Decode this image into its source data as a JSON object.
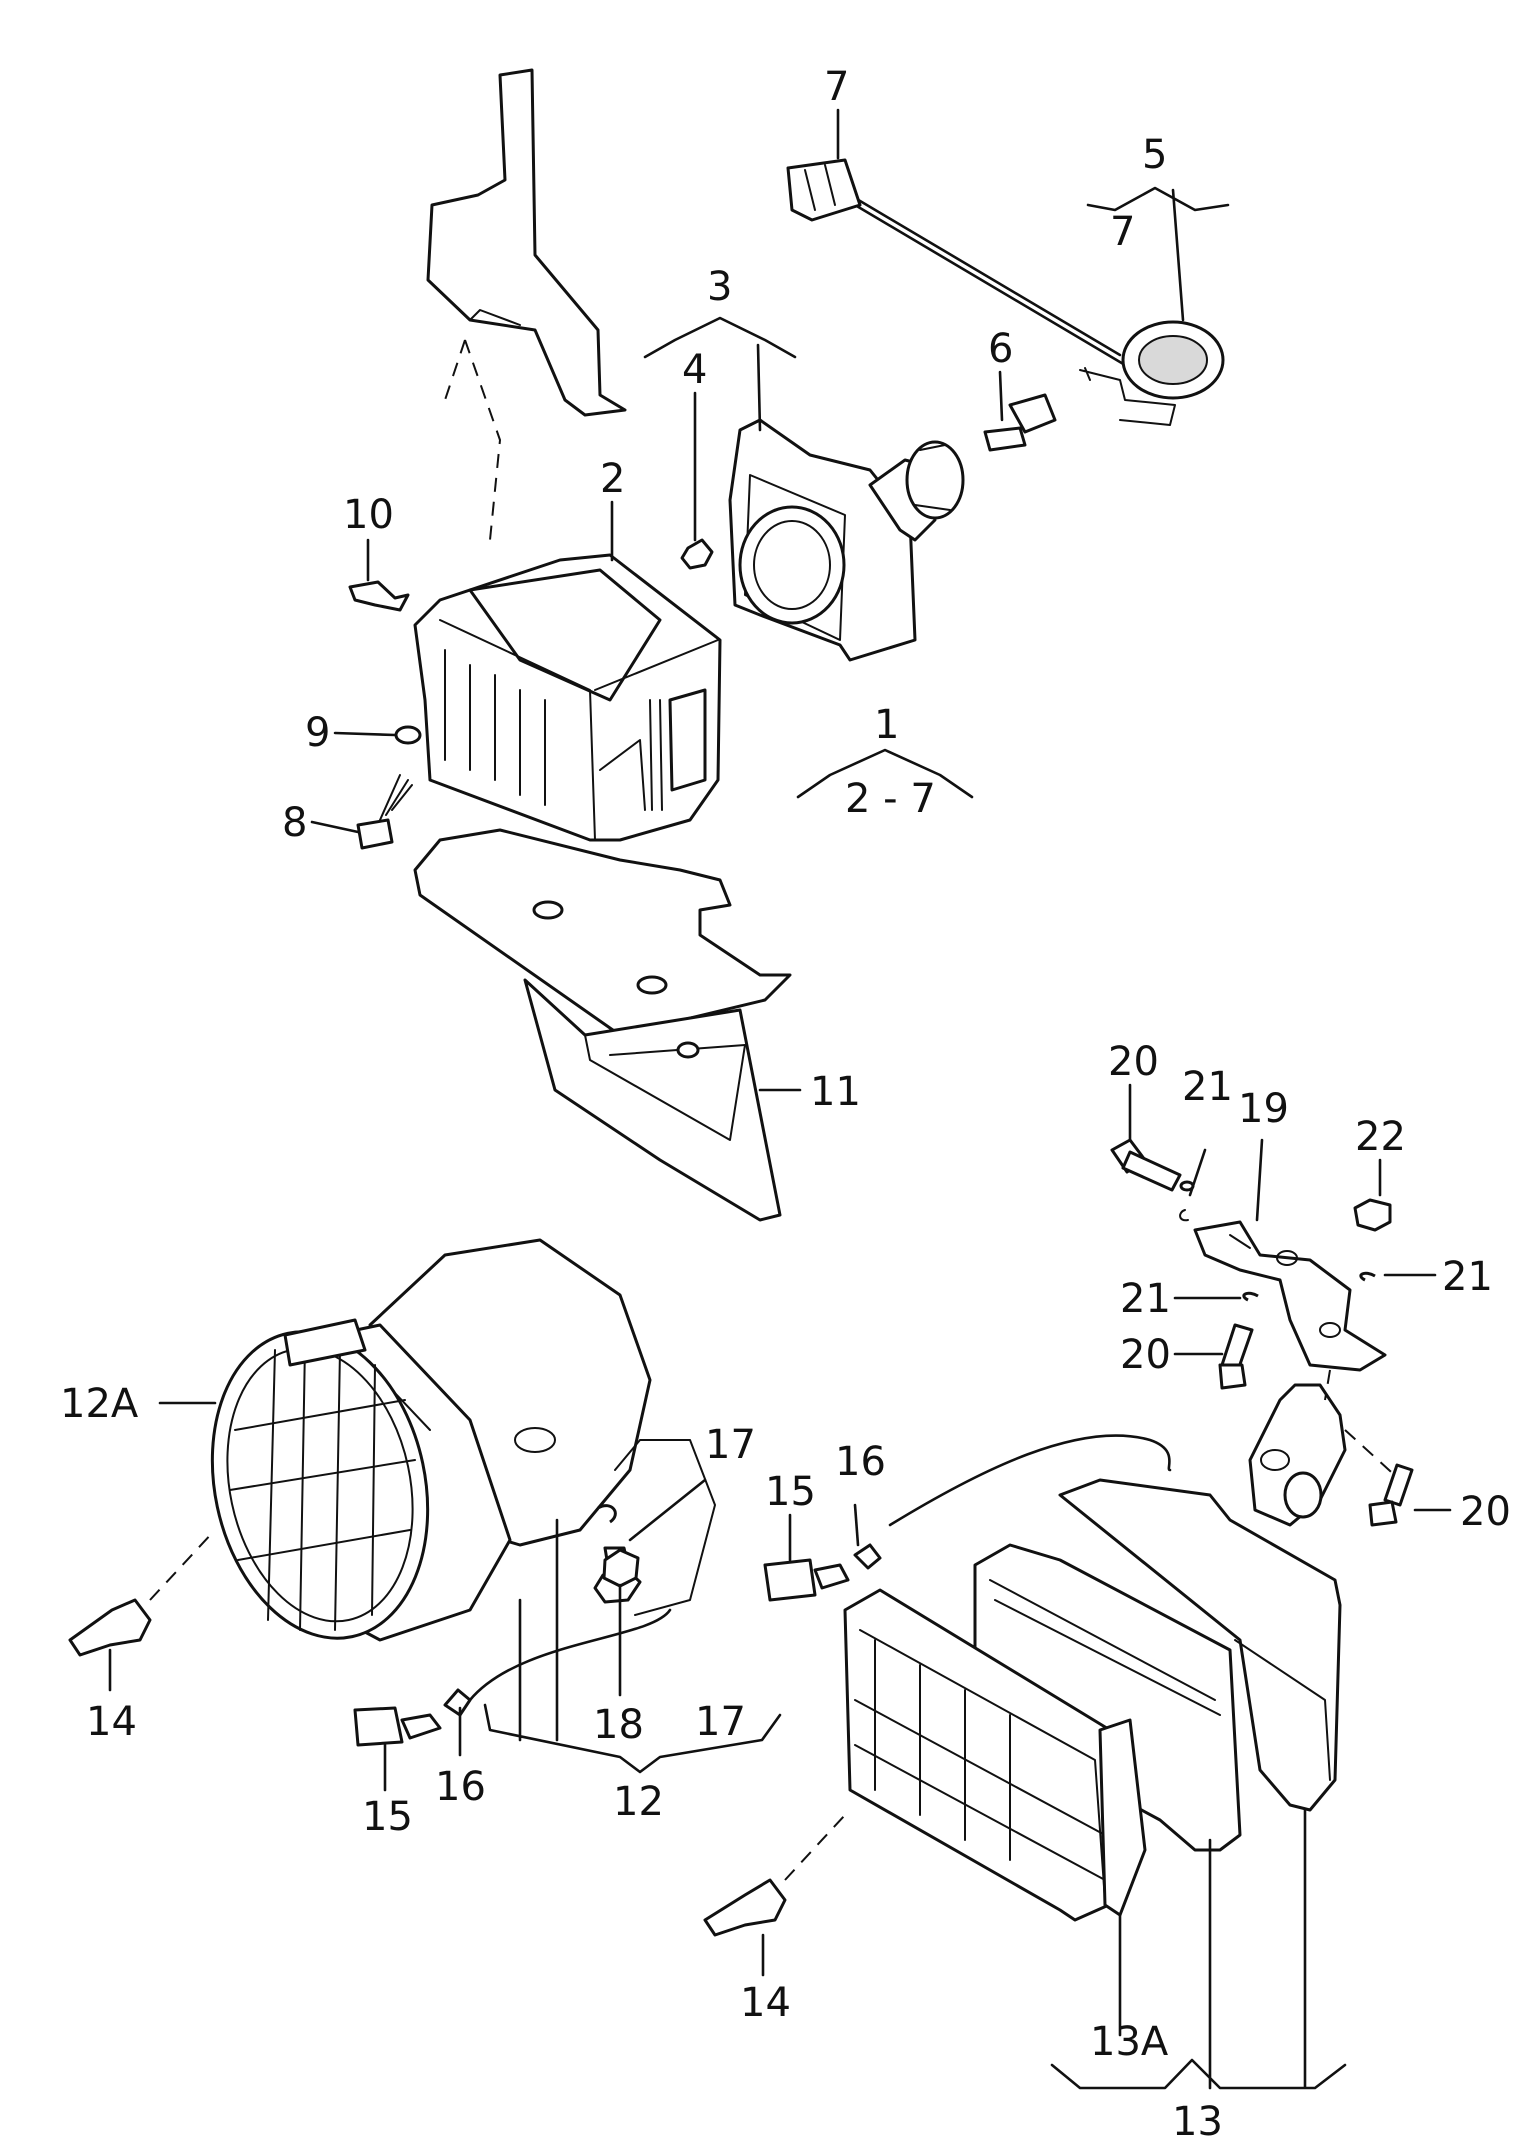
{
  "labels": {
    "l1": "1",
    "l1r": "2 - 7",
    "l2": "2",
    "l3": "3",
    "l4": "4",
    "l5": "5",
    "l5r": "7",
    "l6": "6",
    "l7": "7",
    "l8": "8",
    "l9": "9",
    "l10": "10",
    "l11": "11",
    "l12": "12",
    "l12A": "12A",
    "l13": "13",
    "l13A": "13A",
    "l14a": "14",
    "l14b": "14",
    "l15a": "15",
    "l15b": "15",
    "l16a": "16",
    "l16b": "16",
    "l17a": "17",
    "l17b": "17",
    "l18": "18",
    "l19": "19",
    "l20a": "20",
    "l20b": "20",
    "l20c": "20",
    "l21a": "21",
    "l21b": "21",
    "l21c": "21",
    "l22": "22"
  }
}
